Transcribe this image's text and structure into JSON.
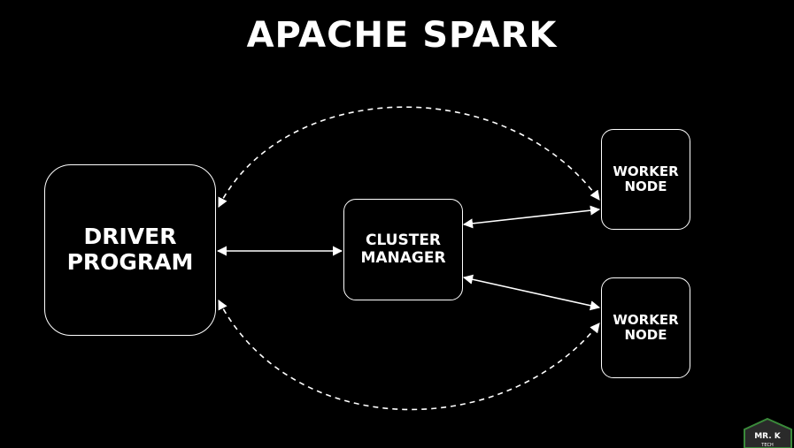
{
  "title": "APACHE SPARK",
  "nodes": {
    "driver": "DRIVER\nPROGRAM",
    "cluster_manager": "CLUSTER\nMANAGER",
    "worker_top": "WORKER\nNODE",
    "worker_bottom": "WORKER\nNODE"
  },
  "logo": {
    "line1": "MR. K",
    "line2": "TECH"
  },
  "colors": {
    "background": "#000000",
    "foreground": "#ffffff",
    "logo_green": "#3a8a3a"
  }
}
